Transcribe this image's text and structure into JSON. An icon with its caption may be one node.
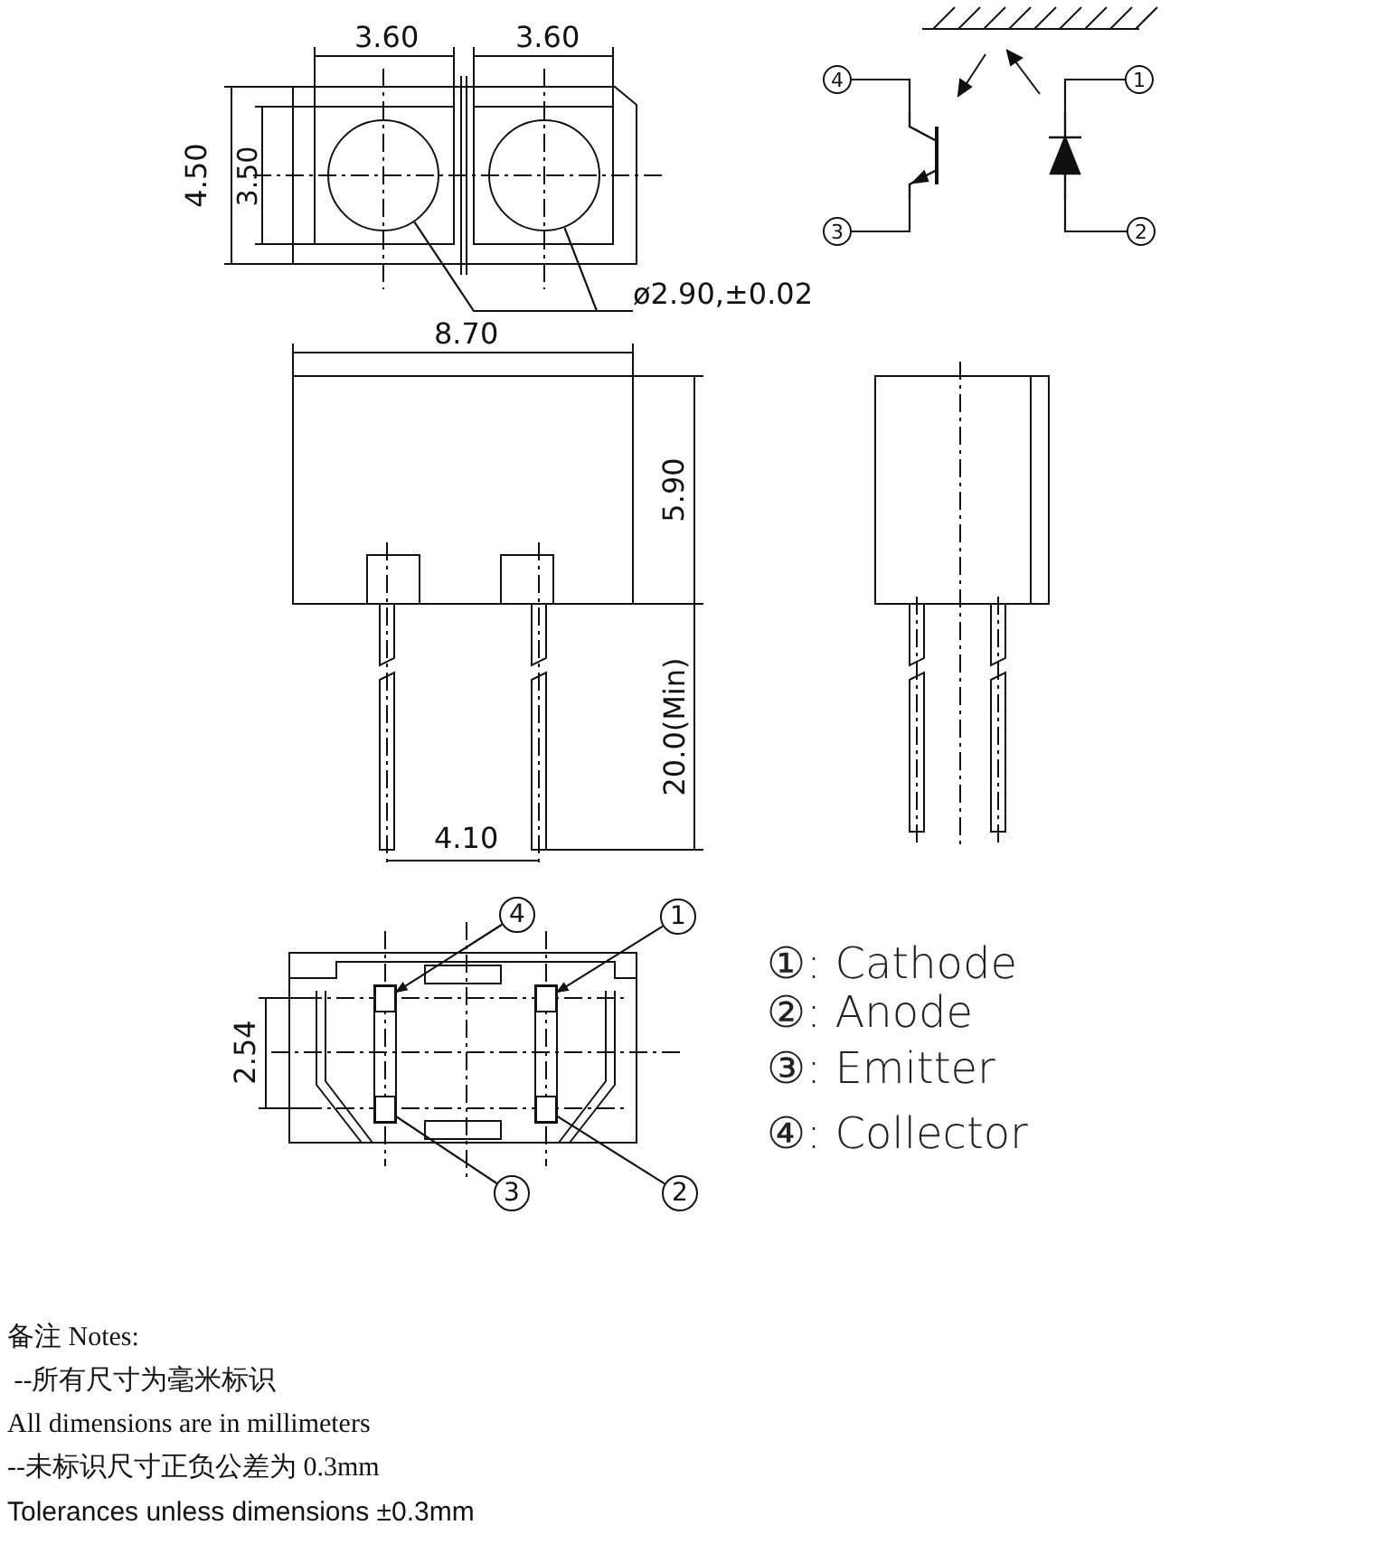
{
  "diagram": {
    "nodes": [
      {
        "text": [
          "ø2.90,±0.02"
        ]
      },
      {
        "text": [],
        "shape": "circle"
      },
      {
        "text": [],
        "shape": "circle"
      },
      {
        "text": [
          "4"
        ]
      },
      {
        "text": [
          "1"
        ]
      },
      {
        "text": [],
        "shape": "picture"
      },
      {
        "text": [],
        "shape": "picture"
      },
      {
        "text": [
          "3"
        ]
      },
      {
        "text": [
          "2"
        ]
      },
      {
        "text": [
          "4"
        ]
      },
      {
        "text": [
          "1"
        ]
      },
      {
        "text": [],
        "shape": "box"
      },
      {
        "text": [],
        "shape": "box"
      },
      {
        "text": [],
        "shape": "box"
      },
      {
        "text": [],
        "shape": "box"
      },
      {
        "text": [
          "3"
        ]
      },
      {
        "text": [
          "2"
        ]
      }
    ],
    "edges": [
      {
        "from": 0,
        "to": 1,
        "arrow": "none"
      },
      {
        "from": 0,
        "to": 2,
        "arrow": "none"
      },
      {
        "from": 3,
        "to": 5,
        "arrow": "none"
      },
      {
        "from": 7,
        "to": 5,
        "arrow": "none"
      },
      {
        "from": 4,
        "to": 6,
        "arrow": "none"
      },
      {
        "from": 8,
        "to": 6,
        "arrow": "none"
      },
      {
        "from": 9,
        "to": 11,
        "arrow": "to"
      },
      {
        "from": 10,
        "to": 12,
        "arrow": "to"
      },
      {
        "from": 15,
        "to": 13,
        "arrow": "none"
      },
      {
        "from": 16,
        "to": 14,
        "arrow": "none"
      }
    ],
    "labels": [
      "3.60",
      "3.60",
      "4.50",
      "3.50",
      "8.70",
      "5.90",
      "20.0(Min)",
      "4.10",
      "2.54",
      "①: Cathode",
      "②: Anode",
      "③: Emitter",
      "④: Collector",
      "备注 Notes:",
      " --所有尺寸为毫米标识",
      "All dimensions are in millimeters",
      "--未标识尺寸正负公差为 0.3mm",
      "Tolerances unless dimensions ±0.3mm"
    ]
  }
}
